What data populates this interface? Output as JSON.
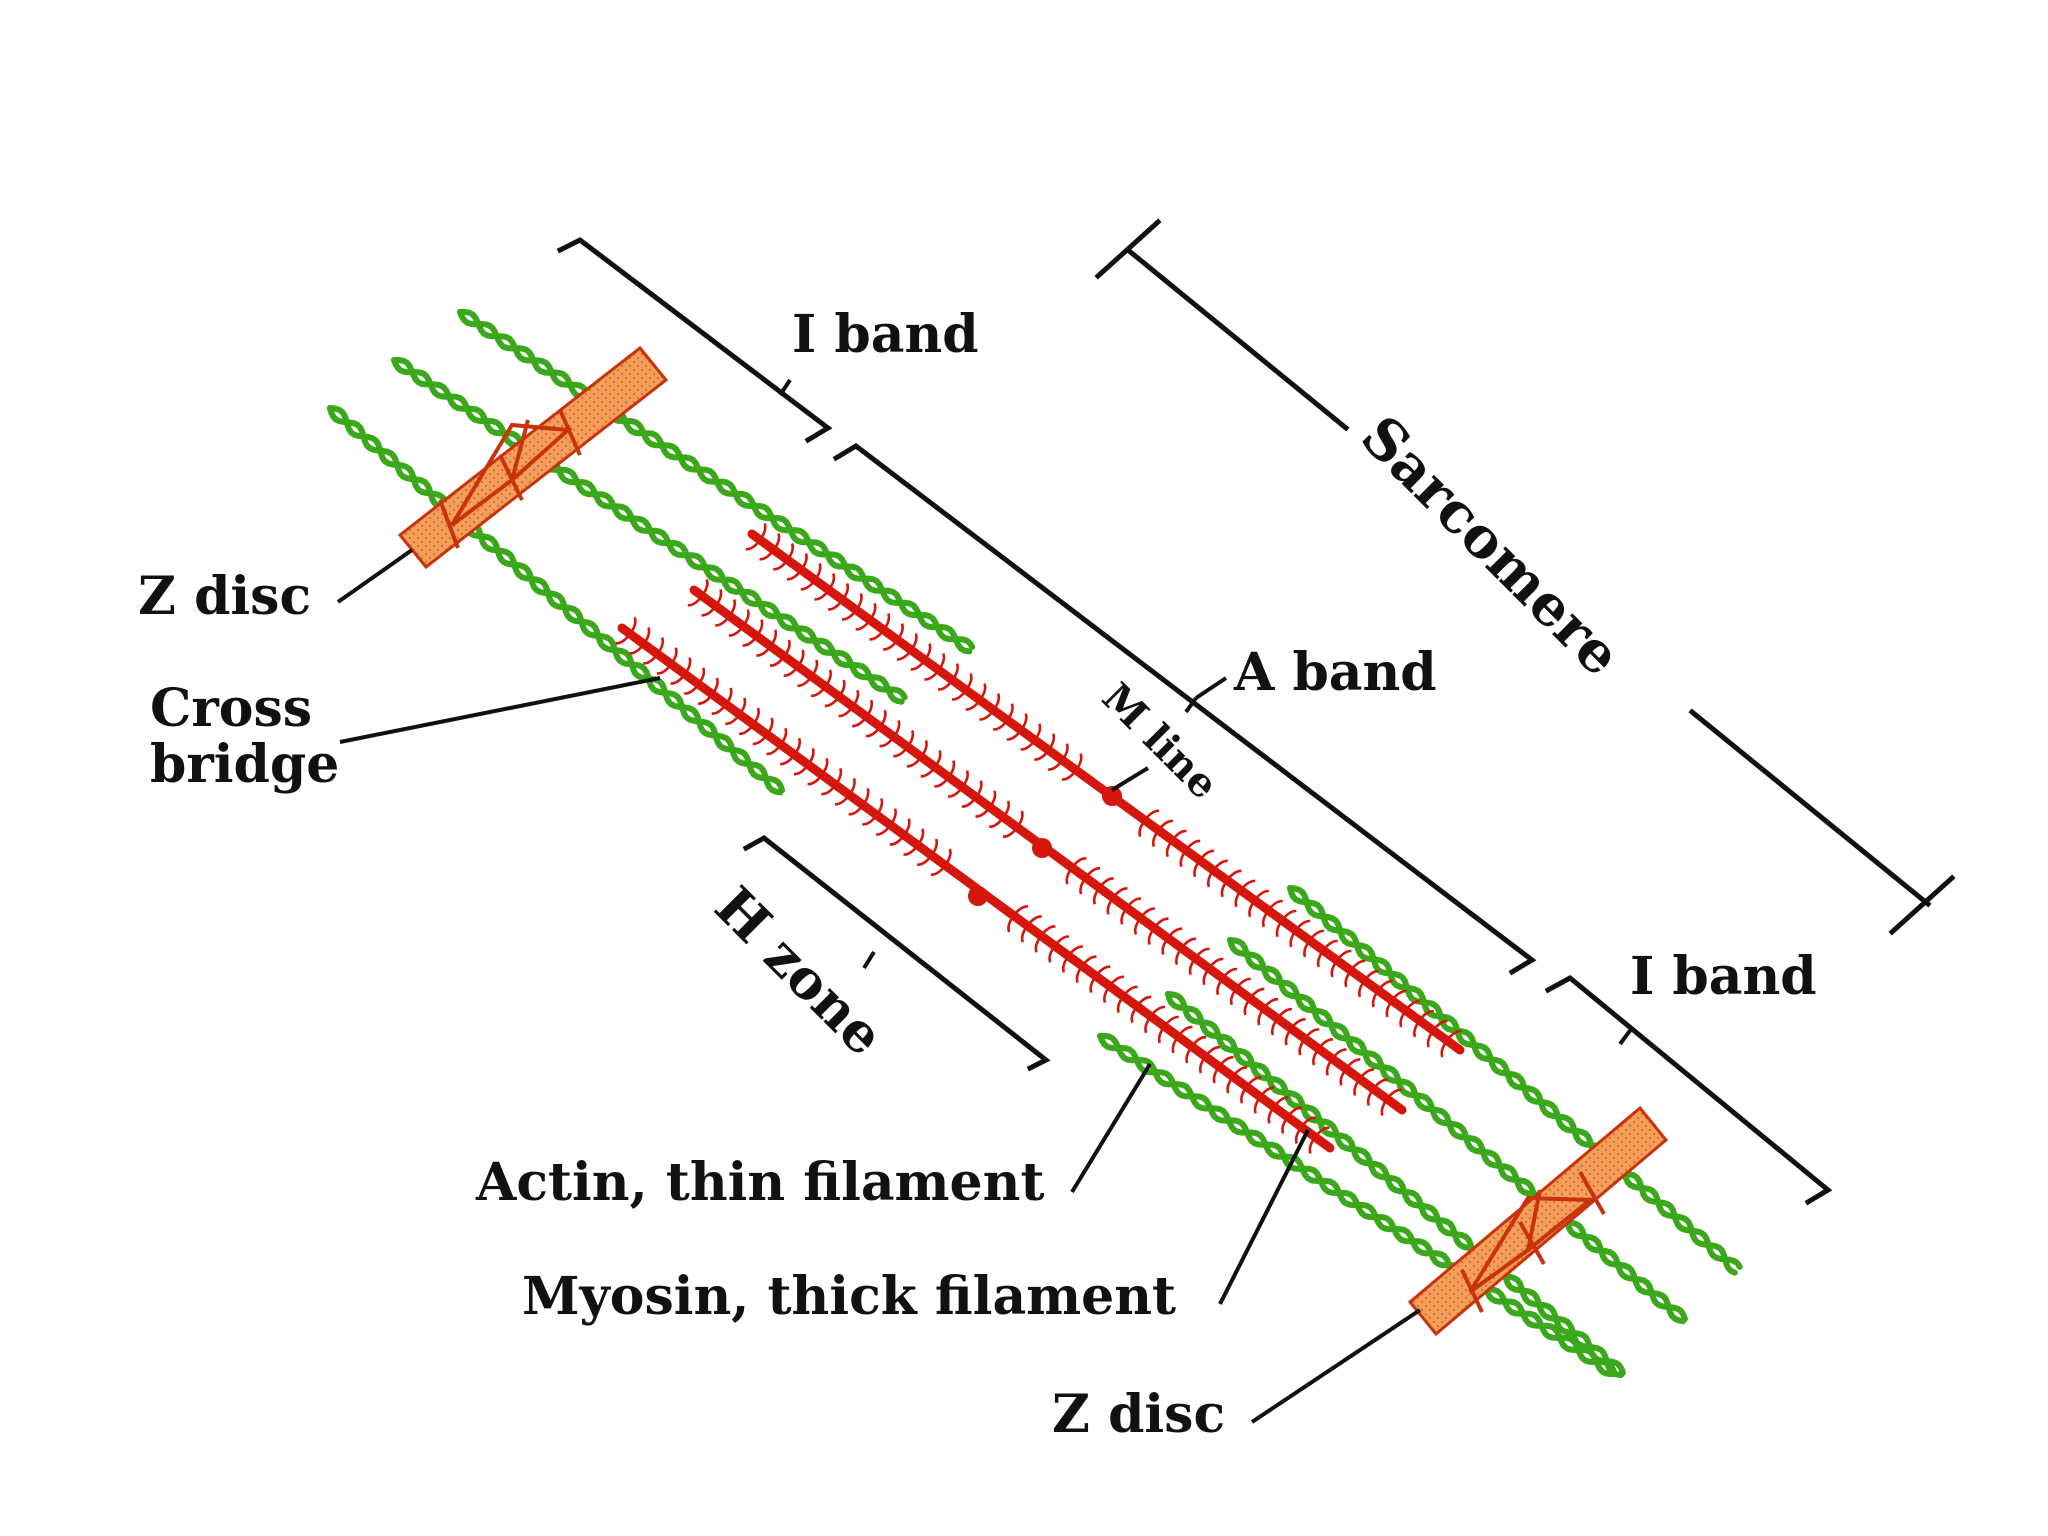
{
  "labels": {
    "i_band_top": "I band",
    "sarcomere": "Sarcomere",
    "z_disc_left": "Z disc",
    "a_band": "A band",
    "cross_bridge_line1": "Cross",
    "cross_bridge_line2": "bridge",
    "m_line": "M line",
    "h_zone": "H zone",
    "i_band_bottom": "I band",
    "actin": "Actin, thin filament",
    "myosin": "Myosin, thick filament",
    "z_disc_right": "Z disc"
  },
  "colors": {
    "actin": "#3aa81a",
    "myosin": "#d4160c",
    "z_disc_fill": "#f5a05a",
    "z_disc_stroke": "#c8320c",
    "ink": "#111111"
  }
}
